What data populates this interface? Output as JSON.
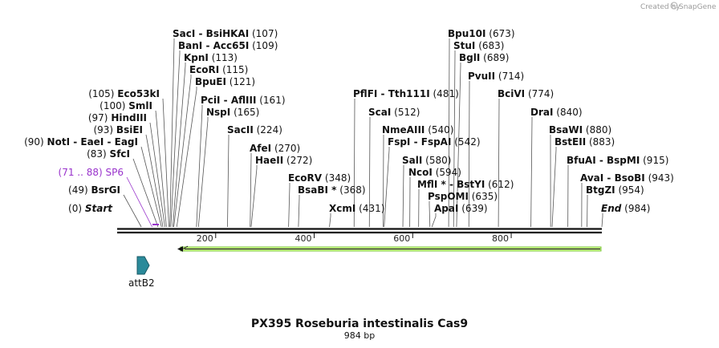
{
  "credit": "Created by",
  "brand": "SnapGene",
  "title": "PX395 Roseburia intestinalis Cas9",
  "subtitle": "984 bp",
  "length": 984,
  "ticks": [
    200,
    400,
    600,
    800
  ],
  "feature_label": "attB2",
  "sites": [
    {
      "text": "SacI",
      "pos": "(107)",
      "pair": "BsiHKAI",
      "bp": 107
    },
    {
      "text": "BanI",
      "pos": "(109)",
      "pair": "Acc65I",
      "bp": 109
    },
    {
      "text": "KpnI",
      "pos": "(113)",
      "bp": 113
    },
    {
      "text": "EcoRI",
      "pos": "(115)",
      "bp": 115
    },
    {
      "text": "BpuEI",
      "pos": "(121)",
      "bp": 121
    },
    {
      "text": "PciI",
      "pos": "(161)",
      "pair": "AflIII",
      "bp": 161
    },
    {
      "text": "NspI",
      "pos": "(165)",
      "bp": 165
    },
    {
      "text": "SacII",
      "pos": "(224)",
      "bp": 224
    },
    {
      "text": "AfeI",
      "pos": "(270)",
      "bp": 270
    },
    {
      "text": "HaeII",
      "pos": "(272)",
      "bp": 272
    },
    {
      "text": "EcoRV",
      "pos": "(348)",
      "bp": 348
    },
    {
      "text": "BsaBI *",
      "pos": "(368)",
      "bp": 368
    },
    {
      "text": "XcmI",
      "pos": "(431)",
      "bp": 431
    },
    {
      "text": "PflFI",
      "pos": "(481)",
      "pair": "Tth111I",
      "bp": 481
    },
    {
      "text": "ScaI",
      "pos": "(512)",
      "bp": 512
    },
    {
      "text": "NmeAIII",
      "pos": "(540)",
      "bp": 540
    },
    {
      "text": "FspI",
      "pos": "(542)",
      "pair": "FspAI",
      "bp": 542
    },
    {
      "text": "SalI",
      "pos": "(580)",
      "bp": 580
    },
    {
      "text": "NcoI",
      "pos": "(594)",
      "bp": 594
    },
    {
      "text": "MflI *",
      "pos": "(612)",
      "pair": "BstYI",
      "bp": 612
    },
    {
      "text": "PspOMI",
      "pos": "(635)",
      "bp": 635
    },
    {
      "text": "ApaI",
      "pos": "(639)",
      "bp": 639
    },
    {
      "text": "Bpu10I",
      "pos": "(673)",
      "bp": 673
    },
    {
      "text": "StuI",
      "pos": "(683)",
      "bp": 683
    },
    {
      "text": "BglI",
      "pos": "(689)",
      "bp": 689
    },
    {
      "text": "PvuII",
      "pos": "(714)",
      "bp": 714
    },
    {
      "text": "BciVI",
      "pos": "(774)",
      "bp": 774
    },
    {
      "text": "DraI",
      "pos": "(840)",
      "bp": 840
    },
    {
      "text": "BsaWI",
      "pos": "(880)",
      "bp": 880
    },
    {
      "text": "BstEII",
      "pos": "(883)",
      "bp": 883
    },
    {
      "text": "BfuAI",
      "pos": "(915)",
      "pair": "BspMI",
      "bp": 915
    },
    {
      "text": "AvaI",
      "pos": "(943)",
      "pair": "BsoBI",
      "bp": 943
    },
    {
      "text": "BtgZI",
      "pos": "(954)",
      "bp": 954
    },
    {
      "text": "End",
      "pos": "(984)",
      "bp": 984
    },
    {
      "text": "Eco53kI",
      "pos": "(105)",
      "bp": 105
    },
    {
      "text": "SmlI",
      "pos": "(100)",
      "bp": 100
    },
    {
      "text": "HindIII",
      "pos": "(97)",
      "bp": 97
    },
    {
      "text": "BsiEI",
      "pos": "(93)",
      "bp": 93
    },
    {
      "text": "NotI",
      "pos": "(90)",
      "pair": "EaeI",
      "pair2": "EagI",
      "bp": 90
    },
    {
      "text": "SfcI",
      "pos": "(83)",
      "bp": 83
    },
    {
      "text": "SP6",
      "pos": "(71 .. 88)",
      "bp": 71
    },
    {
      "text": "BsrGI",
      "pos": "(49)",
      "bp": 49
    },
    {
      "text": "Start",
      "pos": "(0)",
      "bp": 0
    }
  ]
}
